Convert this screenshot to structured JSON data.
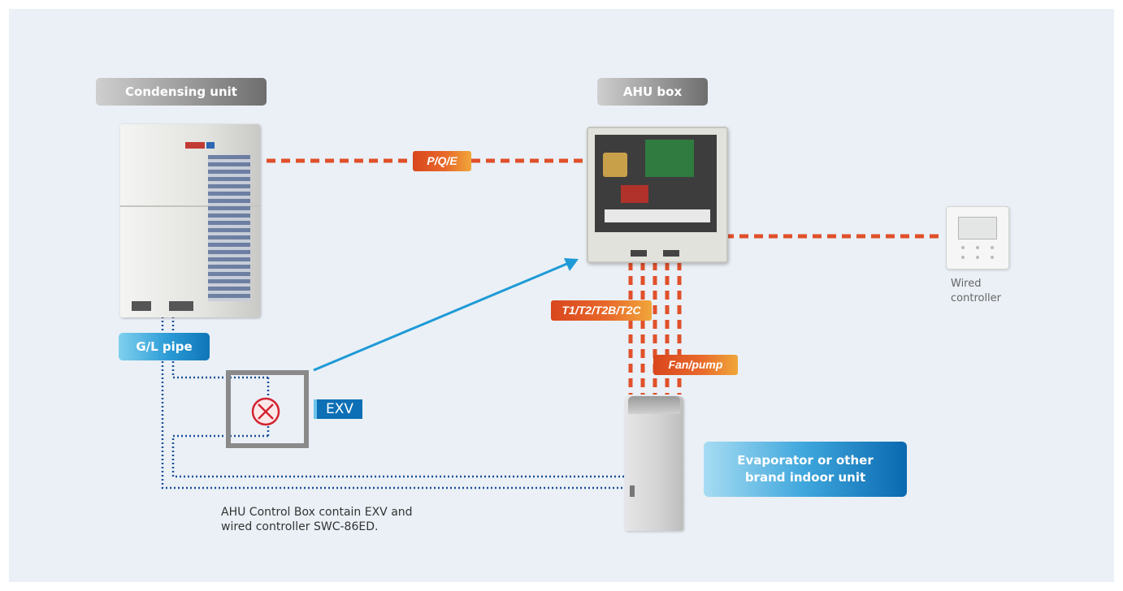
{
  "labels": {
    "condensing_unit": "Condensing unit",
    "ahu_box": "AHU box",
    "pqe": "P/Q/E",
    "gl_pipe": "G/L pipe",
    "t_sensors": "T1/T2/T2B/T2C",
    "fan_pump": "Fan/pump",
    "exv": "EXV",
    "wired_controller": "Wired controller",
    "evaporator_line1": "Evaporator or other",
    "evaporator_line2": "brand indoor unit",
    "caption_line1": "AHU Control Box contain EXV and",
    "caption_line2": "wired controller SWC-86ED."
  },
  "icons": {
    "valve": "exv-valve-icon",
    "flow_arrow": "arrow-icon"
  },
  "colors": {
    "background": "#eaf0f6",
    "communication_wire": "#e0502a",
    "refrigerant_pipe": "#1d4f9a",
    "valve_symbol": "#d32430",
    "valve_frame": "#8a8a8a",
    "arrow": "#1e9ad6",
    "exv_label": "#0d6fb5"
  }
}
